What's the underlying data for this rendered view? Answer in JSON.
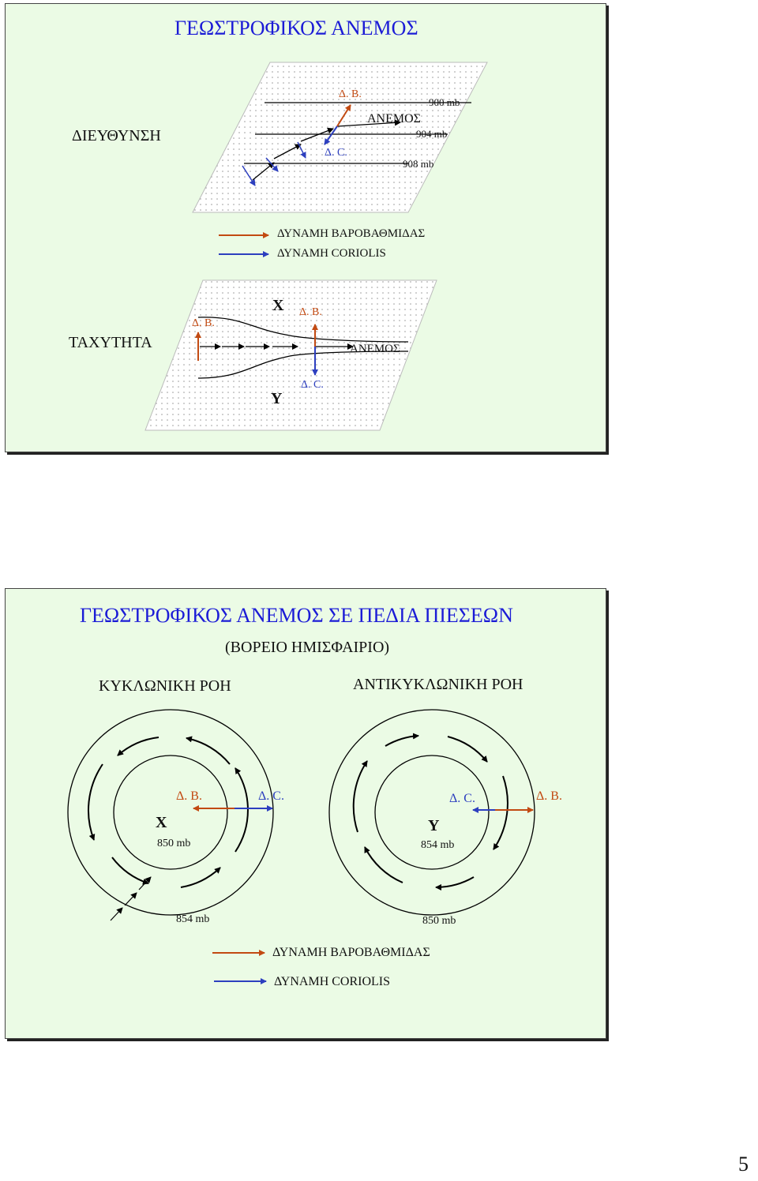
{
  "slide1": {
    "title": "ΓΕΩΣΤΡΟΦΙΚΟΣ ΑΝΕΜΟΣ",
    "direction_panel": {
      "label": "ΔΙΕΥΘΥΝΣΗ",
      "pressure_force": "Δ. Β.",
      "coriolis_force": "Δ. C.",
      "wind": "ΑΝΕΜΟΣ",
      "isobars": [
        "900 mb",
        "904 mb",
        "908 mb"
      ]
    },
    "legend": {
      "pressure_label": "ΔΥΝΑΜΗ ΒΑΡΟΒΑΘΜΙΔΑΣ",
      "coriolis_label": "ΔΥΝΑΜΗ CORIOLIS",
      "pressure_color": "#c24a12",
      "coriolis_color": "#2d3fbf"
    },
    "speed_panel": {
      "label": "ΤΑΧΥΤΗΤΑ",
      "pressure_force_left": "Δ. Β.",
      "low": "Χ",
      "high": "Υ",
      "pressure_force": "Δ. Β.",
      "coriolis_force": "Δ. C.",
      "wind": "ΑΝΕΜΟΣ"
    }
  },
  "slide2": {
    "title": "ΓΕΩΣΤΡΟΦΙΚΟΣ ΑΝΕΜΟΣ ΣΕ ΠΕΔΙΑ ΠΙΕΣΕΩΝ",
    "subtitle": "(ΒΟΡΕΙΟ ΗΜΙΣΦΑΙΡΙΟ)",
    "cyclonic": {
      "label": "ΚΥΚΛΩΝΙΚΗ ΡΟΗ",
      "center": "Χ",
      "inner_isobar": "850 mb",
      "outer_isobar": "854 mb",
      "pressure_force": "Δ. Β.",
      "coriolis_force": "Δ. C."
    },
    "anticyclonic": {
      "label": "ΑΝΤΙΚΥΚΛΩΝΙΚΗ ΡΟΗ",
      "center": "Υ",
      "inner_isobar": "854 mb",
      "outer_isobar": "850 mb",
      "coriolis_force": "Δ. C.",
      "pressure_force": "Δ. Β."
    },
    "legend": {
      "pressure_label": "ΔΥΝΑΜΗ ΒΑΡΟΒΑΘΜΙΔΑΣ",
      "coriolis_label": "ΔΥΝΑΜΗ CORIOLIS"
    }
  },
  "page_number": "5"
}
